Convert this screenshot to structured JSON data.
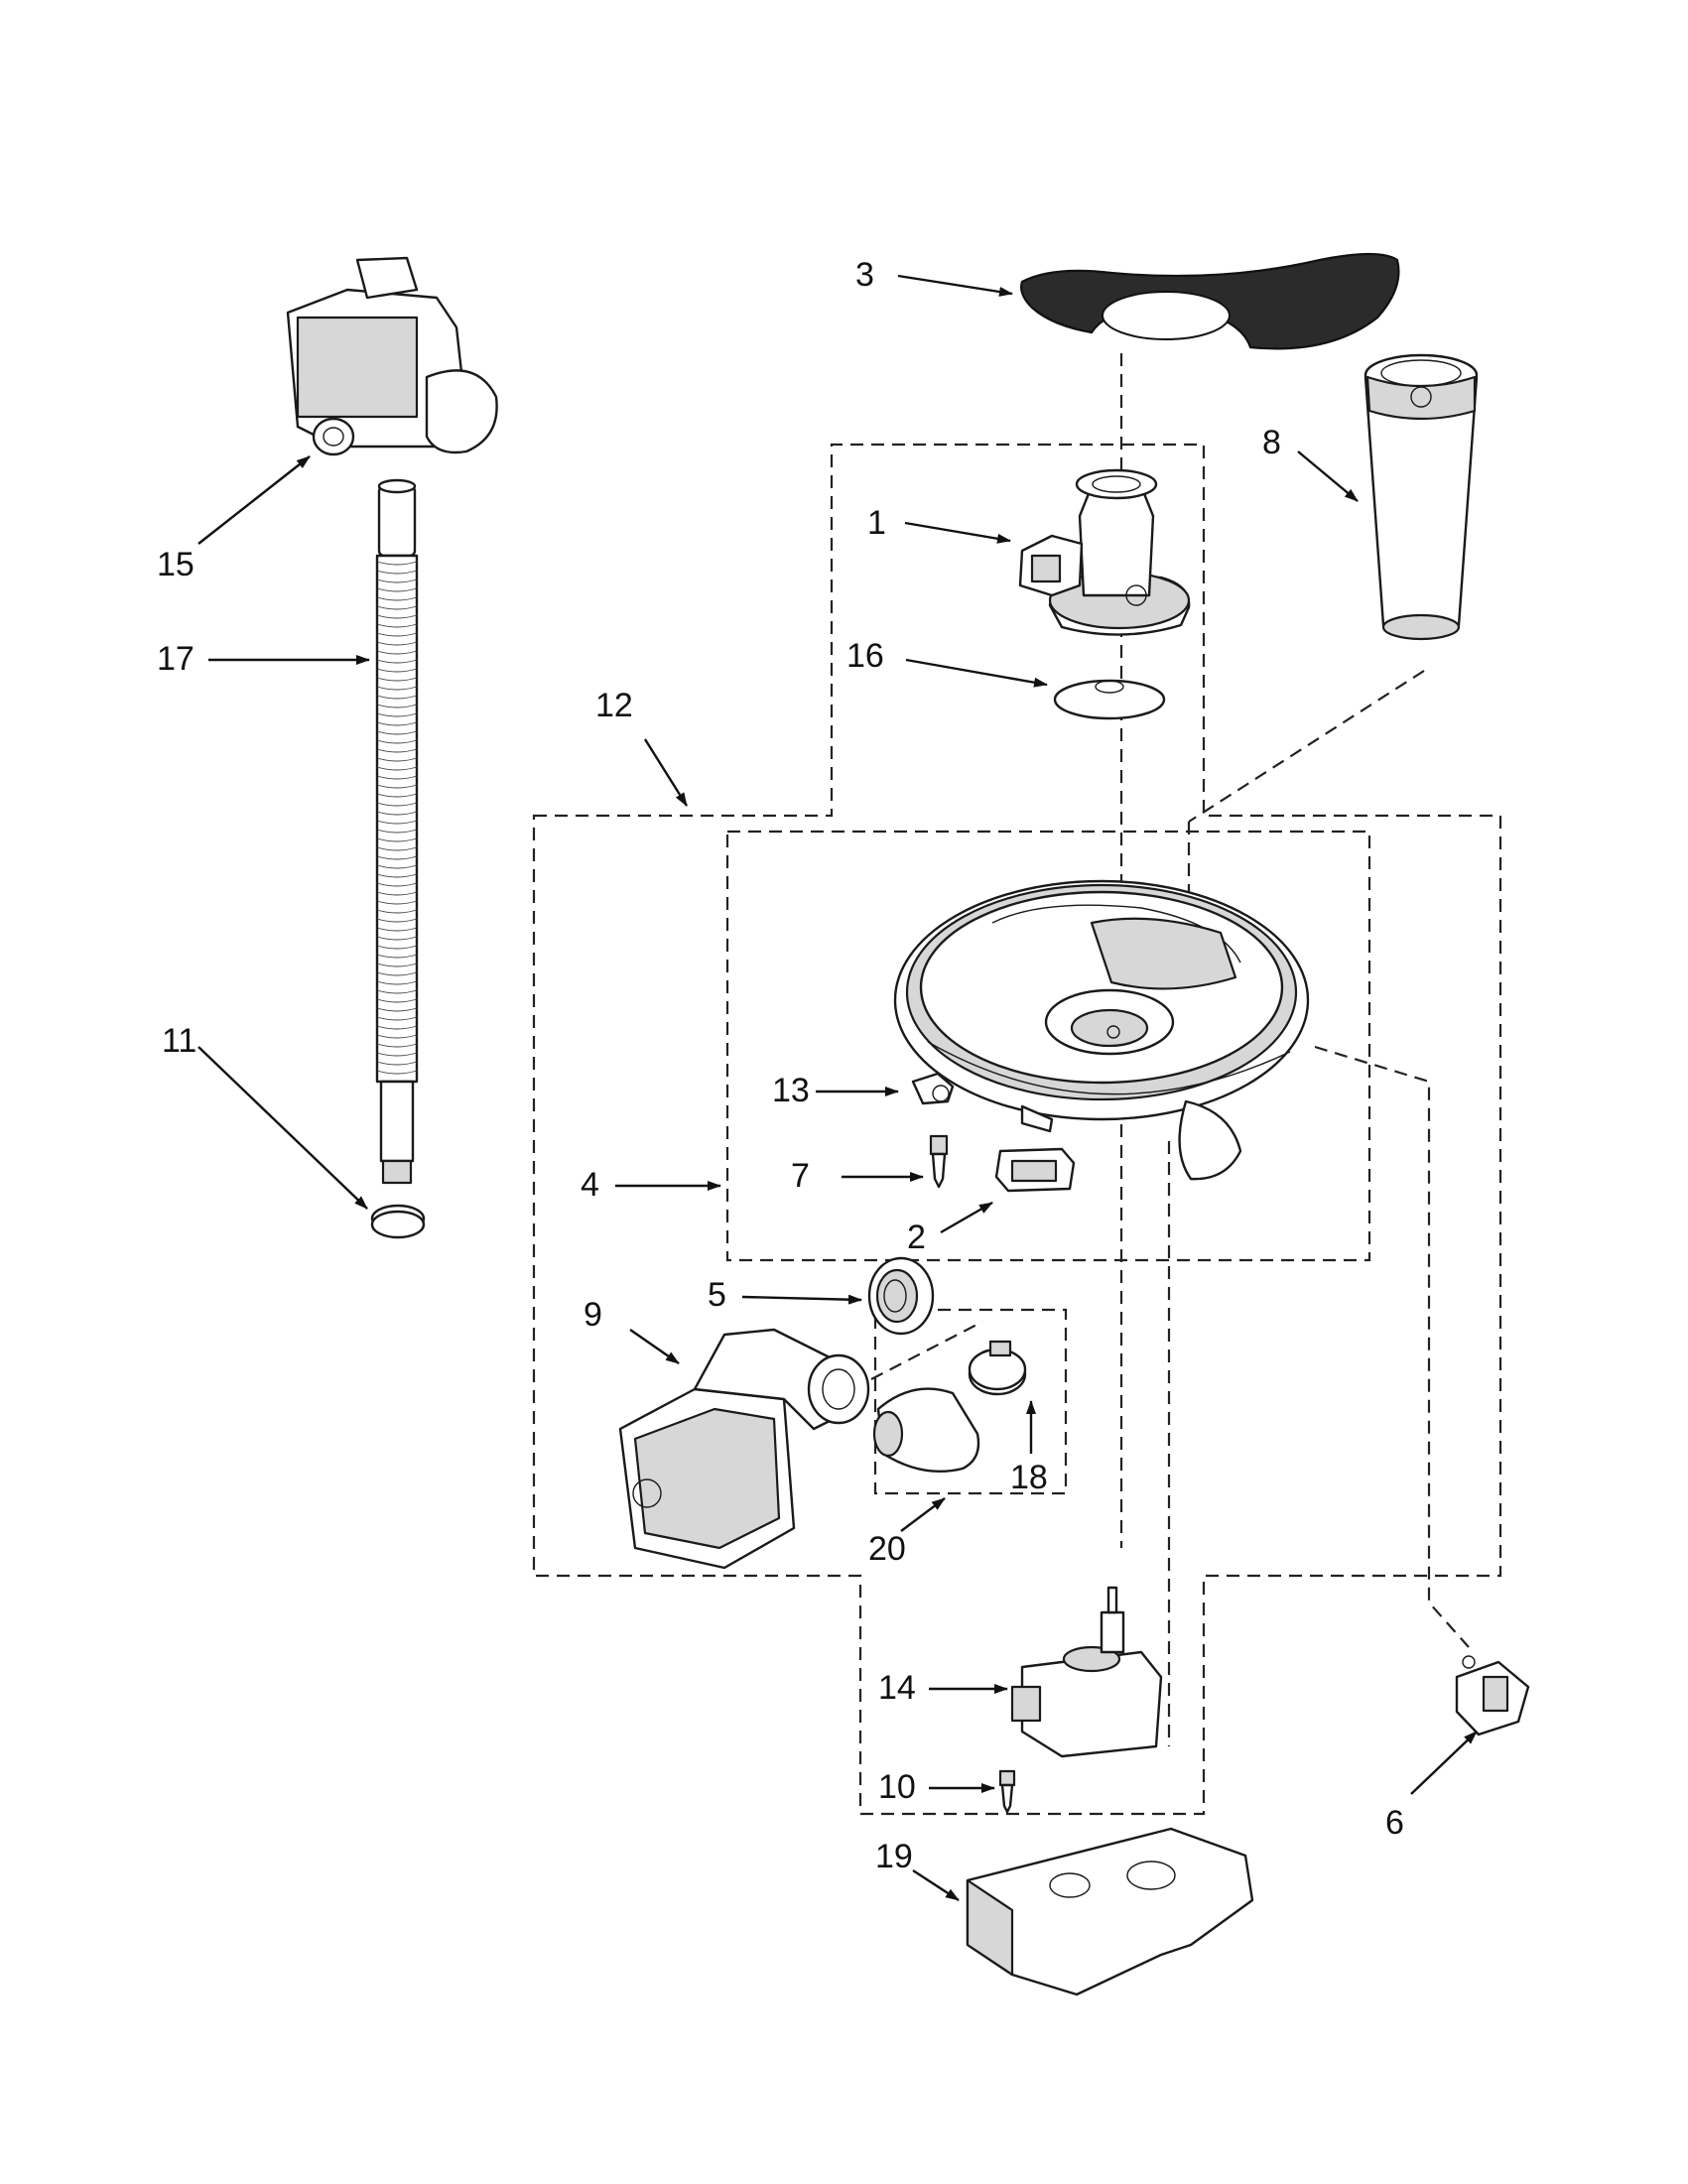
{
  "callouts": [
    {
      "id": "c1",
      "label": "1"
    },
    {
      "id": "c2",
      "label": "2"
    },
    {
      "id": "c3",
      "label": "3"
    },
    {
      "id": "c4",
      "label": "4"
    },
    {
      "id": "c5",
      "label": "5"
    },
    {
      "id": "c6",
      "label": "6"
    },
    {
      "id": "c7",
      "label": "7"
    },
    {
      "id": "c8",
      "label": "8"
    },
    {
      "id": "c9",
      "label": "9"
    },
    {
      "id": "c10",
      "label": "10"
    },
    {
      "id": "c11",
      "label": "11"
    },
    {
      "id": "c12",
      "label": "12"
    },
    {
      "id": "c13",
      "label": "13"
    },
    {
      "id": "c14",
      "label": "14"
    },
    {
      "id": "c15",
      "label": "15"
    },
    {
      "id": "c16",
      "label": "16"
    },
    {
      "id": "c17",
      "label": "17"
    },
    {
      "id": "c18",
      "label": "18"
    },
    {
      "id": "c19",
      "label": "19"
    },
    {
      "id": "c20",
      "label": "20"
    }
  ],
  "colors": {
    "ink": "#111111",
    "paper": "#ffffff",
    "shade": "#d7d7d7",
    "filter_fill": "#2b2b2b"
  }
}
